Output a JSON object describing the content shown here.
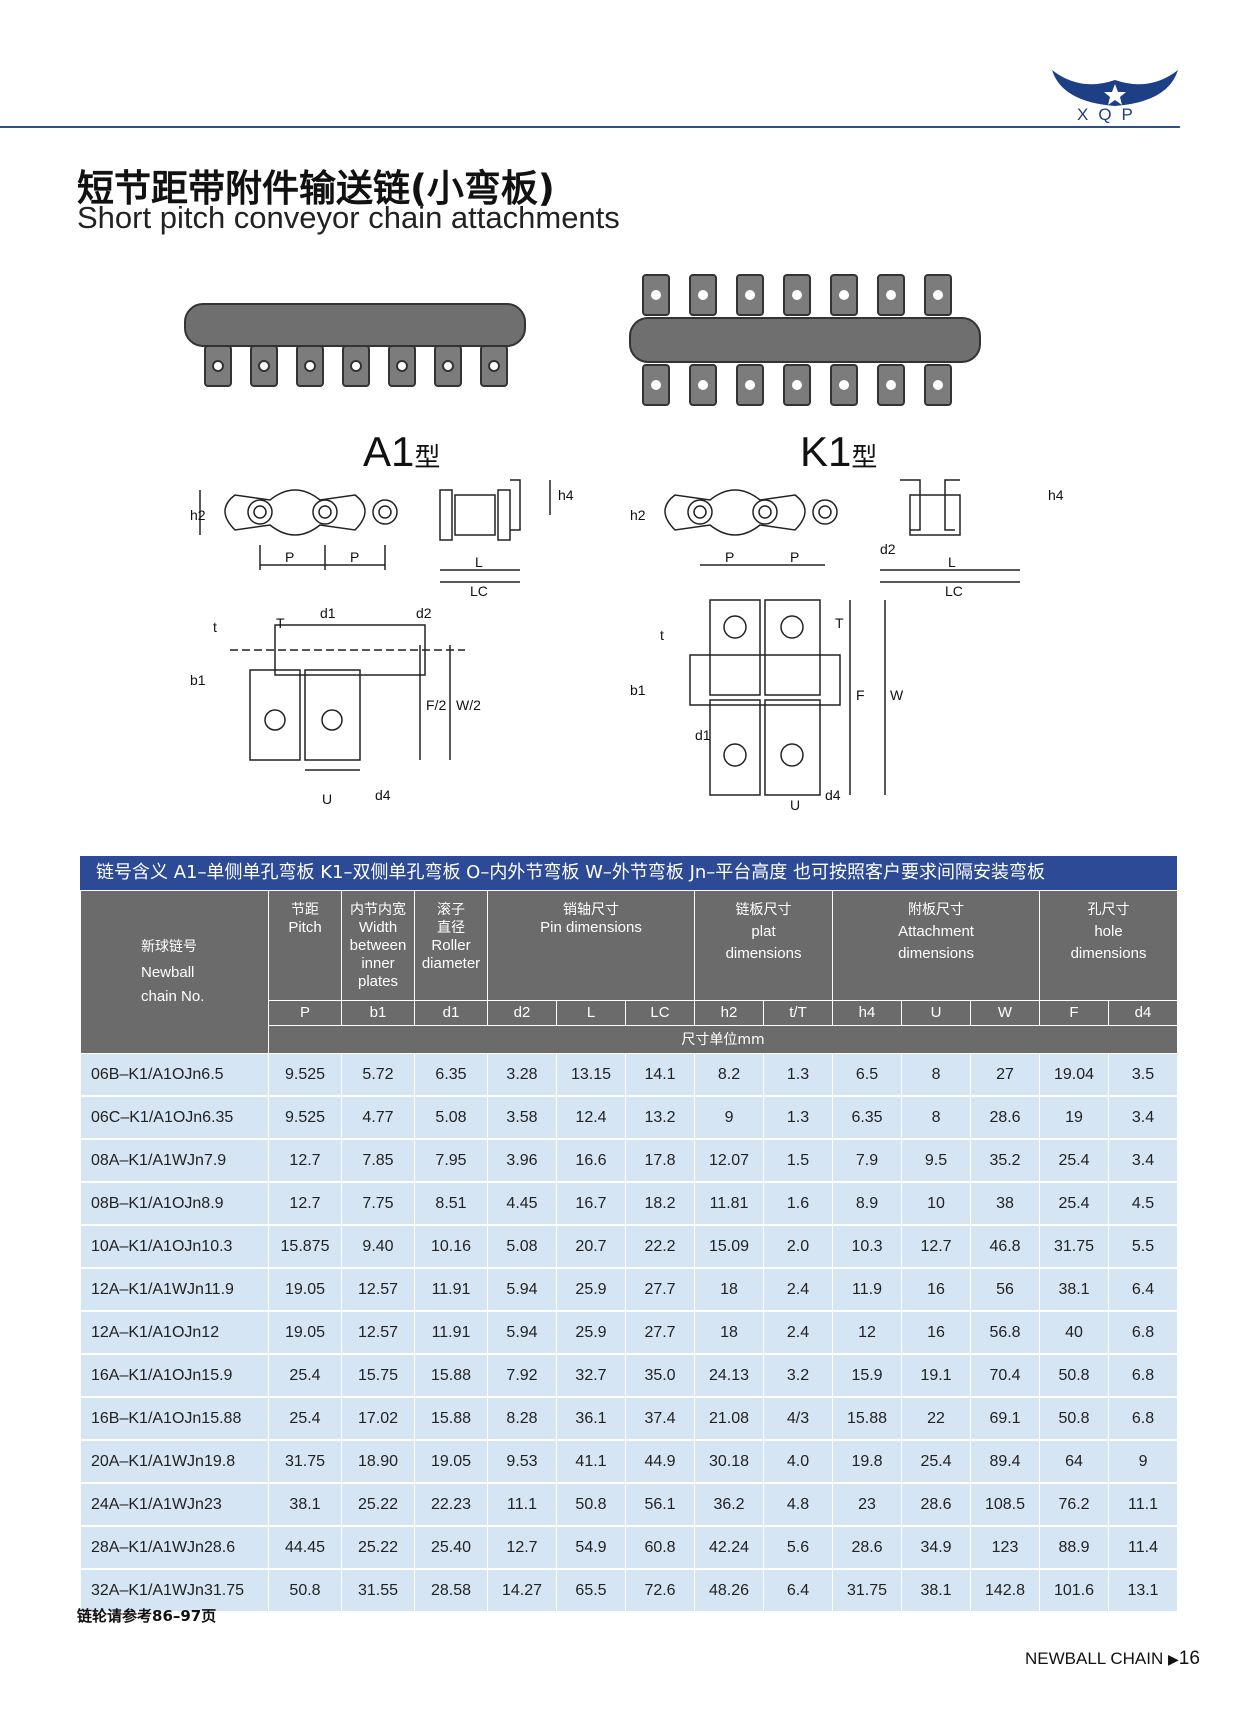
{
  "brand": {
    "logo_text": "XQP"
  },
  "title_zh": "短节距带附件输送链(小弯板)",
  "title_en": "Short pitch conveyor chain attachments",
  "figures": {
    "a1": {
      "label": "A1",
      "label_suffix": "型"
    },
    "k1": {
      "label": "K1",
      "label_suffix": "型"
    },
    "dims": {
      "h2": "h2",
      "P": "P",
      "L": "L",
      "LC": "LC",
      "h4": "h4",
      "d1": "d1",
      "d2": "d2",
      "T": "T",
      "t": "t",
      "b1": "b1",
      "F2": "F/2",
      "W2": "W/2",
      "U": "U",
      "d4": "d4",
      "F": "F",
      "W": "W"
    }
  },
  "table": {
    "notice": "链号含义  A1–单侧单孔弯板 K1–双侧单孔弯板 O–内外节弯板 W–外节弯板 Jn–平台高度 也可按照客户要求间隔安装弯板",
    "header_groups": {
      "chain_zh": "新球链号",
      "chain_en1": "Newball",
      "chain_en2": "chain No.",
      "pitch_zh": "节距",
      "pitch_en": "Pitch",
      "width_zh": "内节内宽",
      "width_en1": "Width",
      "width_en2": "between",
      "width_en3": "inner",
      "width_en4": "plates",
      "roller_zh": "滚子",
      "roller_zh2": "直径",
      "roller_en1": "Roller",
      "roller_en2": "diameter",
      "pin_zh": "销轴尺寸",
      "pin_en": "Pin dimensions",
      "plate_zh": "链板尺寸",
      "plate_en1": "plat",
      "plate_en2": "dimensions",
      "attach_zh": "附板尺寸",
      "attach_en1": "Attachment",
      "attach_en2": "dimensions",
      "hole_zh": "孔尺寸",
      "hole_en1": "hole",
      "hole_en2": "dimensions"
    },
    "columns": [
      "P",
      "b1",
      "d1",
      "d2",
      "L",
      "LC",
      "h2",
      "t/T",
      "h4",
      "U",
      "W",
      "F",
      "d4"
    ],
    "unit": "尺寸单位mm",
    "rows": [
      [
        "06B–K1/A1OJn6.5",
        "9.525",
        "5.72",
        "6.35",
        "3.28",
        "13.15",
        "14.1",
        "8.2",
        "1.3",
        "6.5",
        "8",
        "27",
        "19.04",
        "3.5"
      ],
      [
        "06C–K1/A1OJn6.35",
        "9.525",
        "4.77",
        "5.08",
        "3.58",
        "12.4",
        "13.2",
        "9",
        "1.3",
        "6.35",
        "8",
        "28.6",
        "19",
        "3.4"
      ],
      [
        "08A–K1/A1WJn7.9",
        "12.7",
        "7.85",
        "7.95",
        "3.96",
        "16.6",
        "17.8",
        "12.07",
        "1.5",
        "7.9",
        "9.5",
        "35.2",
        "25.4",
        "3.4"
      ],
      [
        "08B–K1/A1OJn8.9",
        "12.7",
        "7.75",
        "8.51",
        "4.45",
        "16.7",
        "18.2",
        "11.81",
        "1.6",
        "8.9",
        "10",
        "38",
        "25.4",
        "4.5"
      ],
      [
        "10A–K1/A1OJn10.3",
        "15.875",
        "9.40",
        "10.16",
        "5.08",
        "20.7",
        "22.2",
        "15.09",
        "2.0",
        "10.3",
        "12.7",
        "46.8",
        "31.75",
        "5.5"
      ],
      [
        "12A–K1/A1WJn11.9",
        "19.05",
        "12.57",
        "11.91",
        "5.94",
        "25.9",
        "27.7",
        "18",
        "2.4",
        "11.9",
        "16",
        "56",
        "38.1",
        "6.4"
      ],
      [
        "12A–K1/A1OJn12",
        "19.05",
        "12.57",
        "11.91",
        "5.94",
        "25.9",
        "27.7",
        "18",
        "2.4",
        "12",
        "16",
        "56.8",
        "40",
        "6.8"
      ],
      [
        "16A–K1/A1OJn15.9",
        "25.4",
        "15.75",
        "15.88",
        "7.92",
        "32.7",
        "35.0",
        "24.13",
        "3.2",
        "15.9",
        "19.1",
        "70.4",
        "50.8",
        "6.8"
      ],
      [
        "16B–K1/A1OJn15.88",
        "25.4",
        "17.02",
        "15.88",
        "8.28",
        "36.1",
        "37.4",
        "21.08",
        "4/3",
        "15.88",
        "22",
        "69.1",
        "50.8",
        "6.8"
      ],
      [
        "20A–K1/A1WJn19.8",
        "31.75",
        "18.90",
        "19.05",
        "9.53",
        "41.1",
        "44.9",
        "30.18",
        "4.0",
        "19.8",
        "25.4",
        "89.4",
        "64",
        "9"
      ],
      [
        "24A–K1/A1WJn23",
        "38.1",
        "25.22",
        "22.23",
        "11.1",
        "50.8",
        "56.1",
        "36.2",
        "4.8",
        "23",
        "28.6",
        "108.5",
        "76.2",
        "11.1"
      ],
      [
        "28A–K1/A1WJn28.6",
        "44.45",
        "25.22",
        "25.40",
        "12.7",
        "54.9",
        "60.8",
        "42.24",
        "5.6",
        "28.6",
        "34.9",
        "123",
        "88.9",
        "11.4"
      ],
      [
        "32A–K1/A1WJn31.75",
        "50.8",
        "31.55",
        "28.58",
        "14.27",
        "65.5",
        "72.6",
        "48.26",
        "6.4",
        "31.75",
        "38.1",
        "142.8",
        "101.6",
        "13.1"
      ]
    ]
  },
  "footnote": "链轮请参考86–97页",
  "page_footer": {
    "text": "NEWBALL CHAIN",
    "page": "16"
  }
}
